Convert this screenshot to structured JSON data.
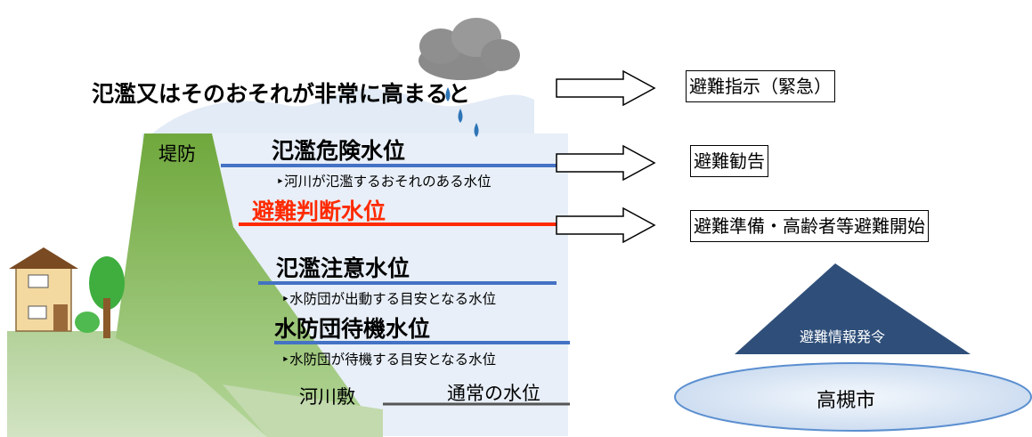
{
  "headline": "氾濫又はそのおそれが非常に高まると",
  "levels": [
    {
      "name": "氾濫危険水位",
      "desc": "‣河川が氾濫するおそれのある水位",
      "color": "#4472c4"
    },
    {
      "name": "避難判断水位",
      "desc": "",
      "color": "#ff2a00"
    },
    {
      "name": "氾濫注意水位",
      "desc": "‣水防団が出動する目安となる水位",
      "color": "#4472c4"
    },
    {
      "name": "水防団待機水位",
      "desc": "‣水防団が待機する目安となる水位",
      "color": "#4472c4"
    }
  ],
  "normal_level": "通常の水位",
  "levee_label": "堤防",
  "floodplain_label": "河川敷",
  "actions": {
    "instruction": "避難指示（緊急）",
    "advisory": "避難勧告",
    "preparation": "避難準備・高齢者等避難開始"
  },
  "issuer": {
    "triangle_label": "避難情報発令",
    "city": "高槻市"
  },
  "colors": {
    "levee_green": "#8dc260",
    "water_light": "#e6eef8",
    "triangle": "#2f4f7a"
  }
}
